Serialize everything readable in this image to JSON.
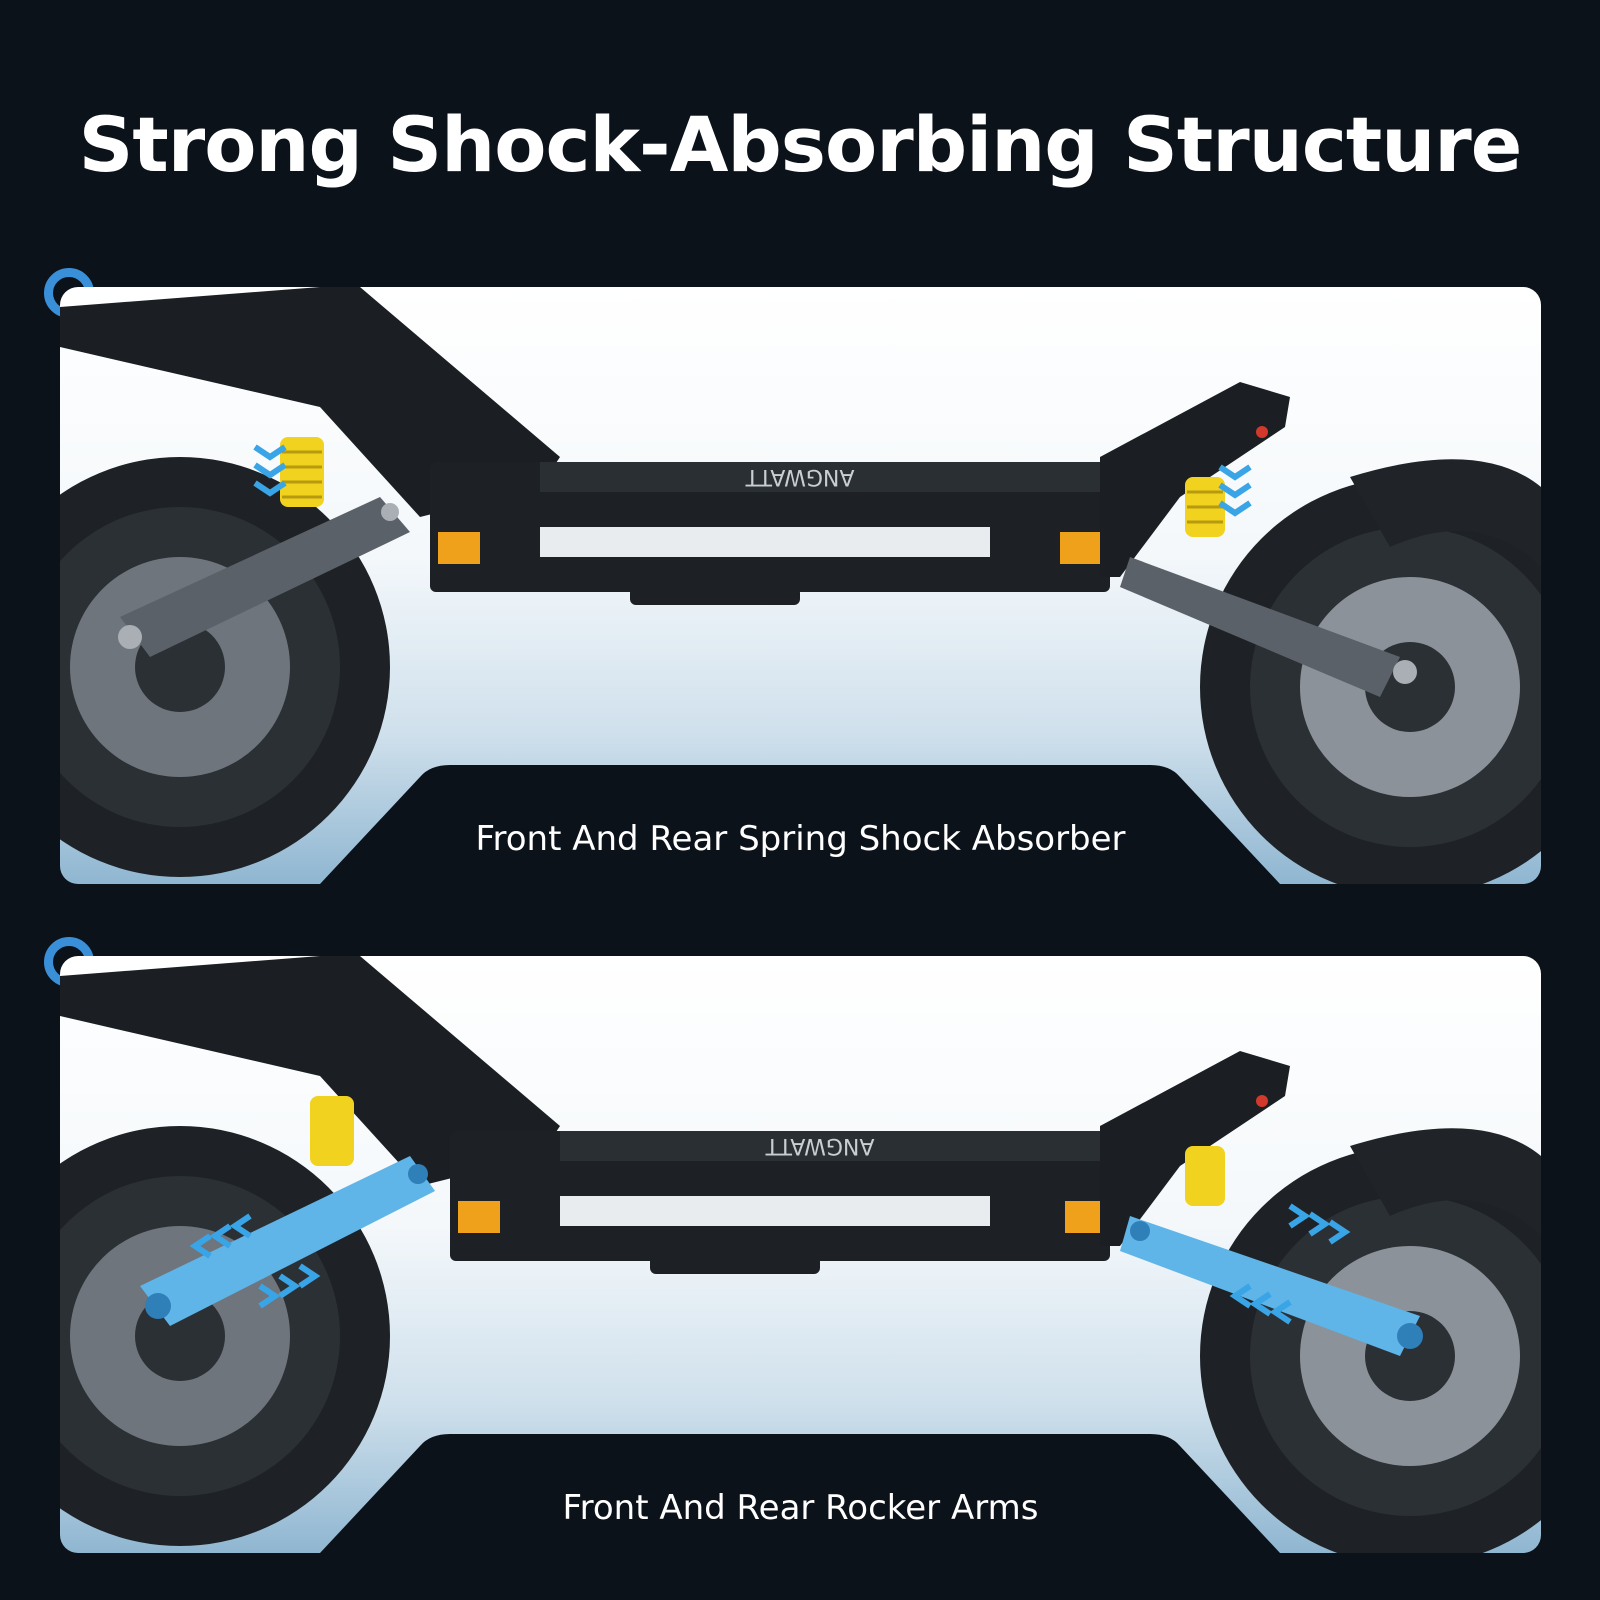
{
  "headline": "Strong Shock-Absorbing Structure",
  "panels": [
    {
      "caption": "Front And Rear Spring Shock Absorber",
      "highlight": "springs"
    },
    {
      "caption": "Front And Rear Rocker Arms",
      "highlight": "rocker-arms"
    }
  ],
  "brand_text": "ANGWATT",
  "colors": {
    "background": "#0c1219",
    "ring_accent": "#3a8fd9",
    "spring_yellow": "#f1d21e",
    "arrow_blue": "#39a4e6",
    "arm_highlight_blue": "#5fb4e8",
    "reflector_amber": "#f0a11b"
  }
}
